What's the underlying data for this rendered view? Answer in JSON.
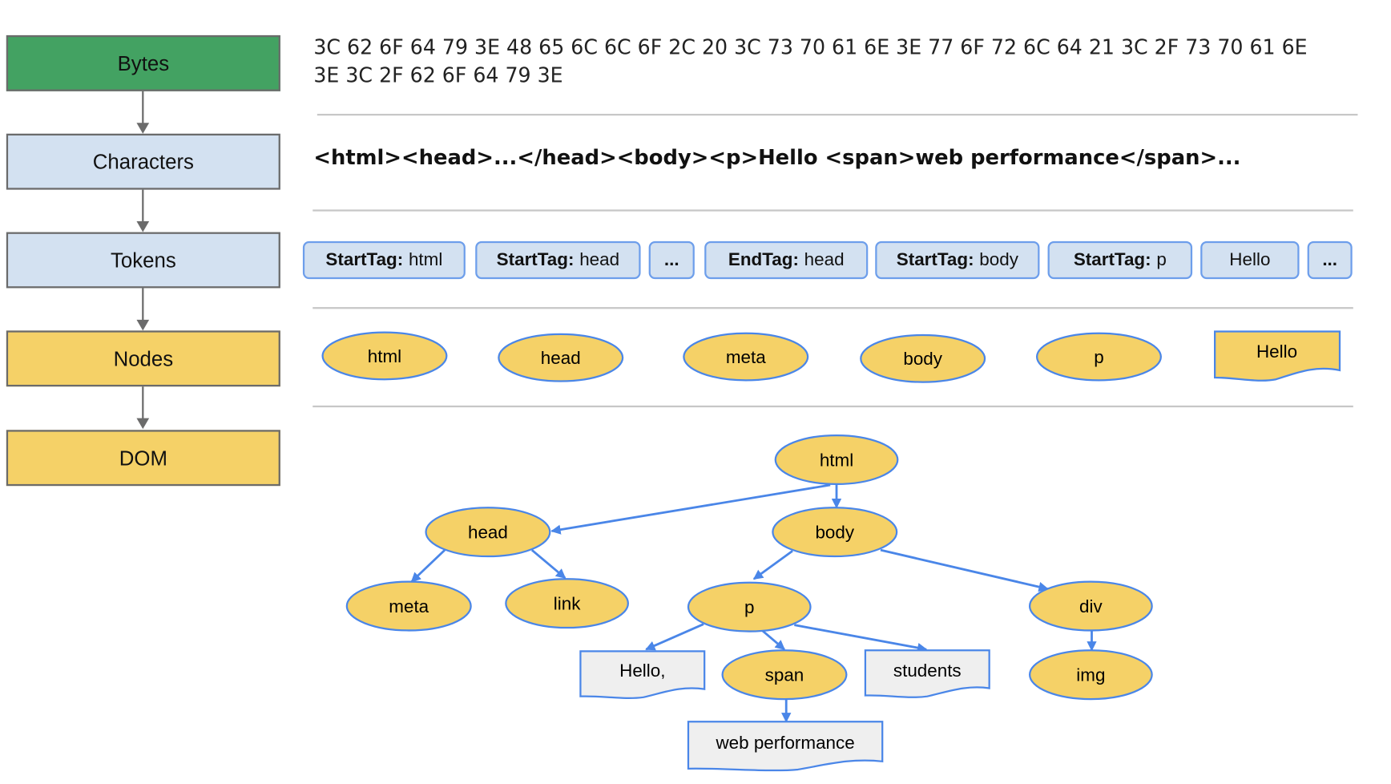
{
  "stages": {
    "bytes": "Bytes",
    "characters": "Characters",
    "tokens": "Tokens",
    "nodes": "Nodes",
    "dom": "DOM"
  },
  "bytes_row": {
    "text": "3C 62 6F 64 79 3E 48 65 6C 6C 6F 2C 20 3C 73 70 61 6E 3E 77 6F 72 6C 64 21 3C 2F 73 70 61 6E 3E 3C 2F 62 6F 64 79 3E"
  },
  "characters_row": {
    "text": "<html><head>...</head><body><p>Hello <span>web performance</span>..."
  },
  "tokens_row": [
    {
      "kind": "StartTag:",
      "name": "html"
    },
    {
      "kind": "StartTag:",
      "name": "head"
    },
    {
      "kind": "",
      "name": "..."
    },
    {
      "kind": "EndTag:",
      "name": "head"
    },
    {
      "kind": "StartTag:",
      "name": "body"
    },
    {
      "kind": "StartTag:",
      "name": "p"
    },
    {
      "kind": "",
      "name": "Hello"
    },
    {
      "kind": "",
      "name": "..."
    }
  ],
  "nodes_row": [
    "html",
    "head",
    "meta",
    "body",
    "p",
    "Hello"
  ],
  "dom_tree": {
    "html": "html",
    "head": "head",
    "body": "body",
    "meta": "meta",
    "link": "link",
    "p": "p",
    "div": "div",
    "hello_text": "Hello,",
    "span": "span",
    "students_text": "students",
    "img": "img",
    "web_performance_text": "web performance"
  },
  "colors": {
    "bytes_fill": "#43a262",
    "light_fill": "#d3e1f1",
    "node_fill": "#f5d167",
    "node_border": "#4a86e8",
    "text_doc_fill": "#efefef",
    "edge": "#4a86e8",
    "pipeline_arrow": "#6b6b6b"
  }
}
